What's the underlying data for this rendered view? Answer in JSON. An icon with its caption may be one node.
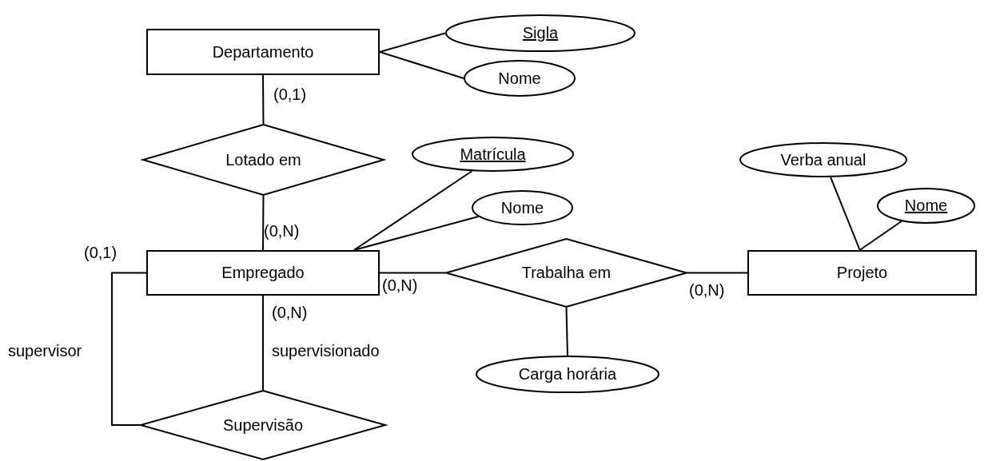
{
  "diagram": {
    "nodes": [
      {
        "text": [
          "Departamento"
        ]
      },
      {
        "text": [
          "Sigla"
        ]
      },
      {
        "text": [
          "Nome"
        ]
      },
      {
        "text": [
          "Lotado em"
        ]
      },
      {
        "text": [
          "Matrícula"
        ]
      },
      {
        "text": [
          "Nome"
        ]
      },
      {
        "text": [
          "Verba anual"
        ]
      },
      {
        "text": [
          "Nome"
        ]
      },
      {
        "text": [
          "Empregado"
        ]
      },
      {
        "text": [
          "Trabalha em"
        ]
      },
      {
        "text": [
          "Projeto"
        ]
      },
      {
        "text": [
          "Carga horária"
        ]
      },
      {
        "text": [
          "Supervisão"
        ]
      }
    ],
    "edges": [
      {
        "from": 0,
        "to": 1,
        "arrow": "none"
      },
      {
        "from": 0,
        "to": 2,
        "arrow": "none"
      },
      {
        "from": 0,
        "to": 3,
        "arrow": "none",
        "label": "(0,1)"
      },
      {
        "from": 3,
        "to": 8,
        "arrow": "none",
        "label": "(0,N)"
      },
      {
        "from": 8,
        "to": 4,
        "arrow": "none"
      },
      {
        "from": 8,
        "to": 5,
        "arrow": "none"
      },
      {
        "from": 10,
        "to": 6,
        "arrow": "none"
      },
      {
        "from": 10,
        "to": 7,
        "arrow": "none"
      },
      {
        "from": 8,
        "to": 9,
        "arrow": "none",
        "label": "(0,N)"
      },
      {
        "from": 9,
        "to": 10,
        "arrow": "none",
        "label": "(0,N)"
      },
      {
        "from": 9,
        "to": 11,
        "arrow": "none"
      },
      {
        "from": 12,
        "to": 8,
        "arrow": "none",
        "label": "(0,1)"
      },
      {
        "from": 8,
        "to": 12,
        "arrow": "none",
        "label": "(0,N)"
      }
    ],
    "labels": [
      "supervisor",
      "supervisionado"
    ]
  }
}
